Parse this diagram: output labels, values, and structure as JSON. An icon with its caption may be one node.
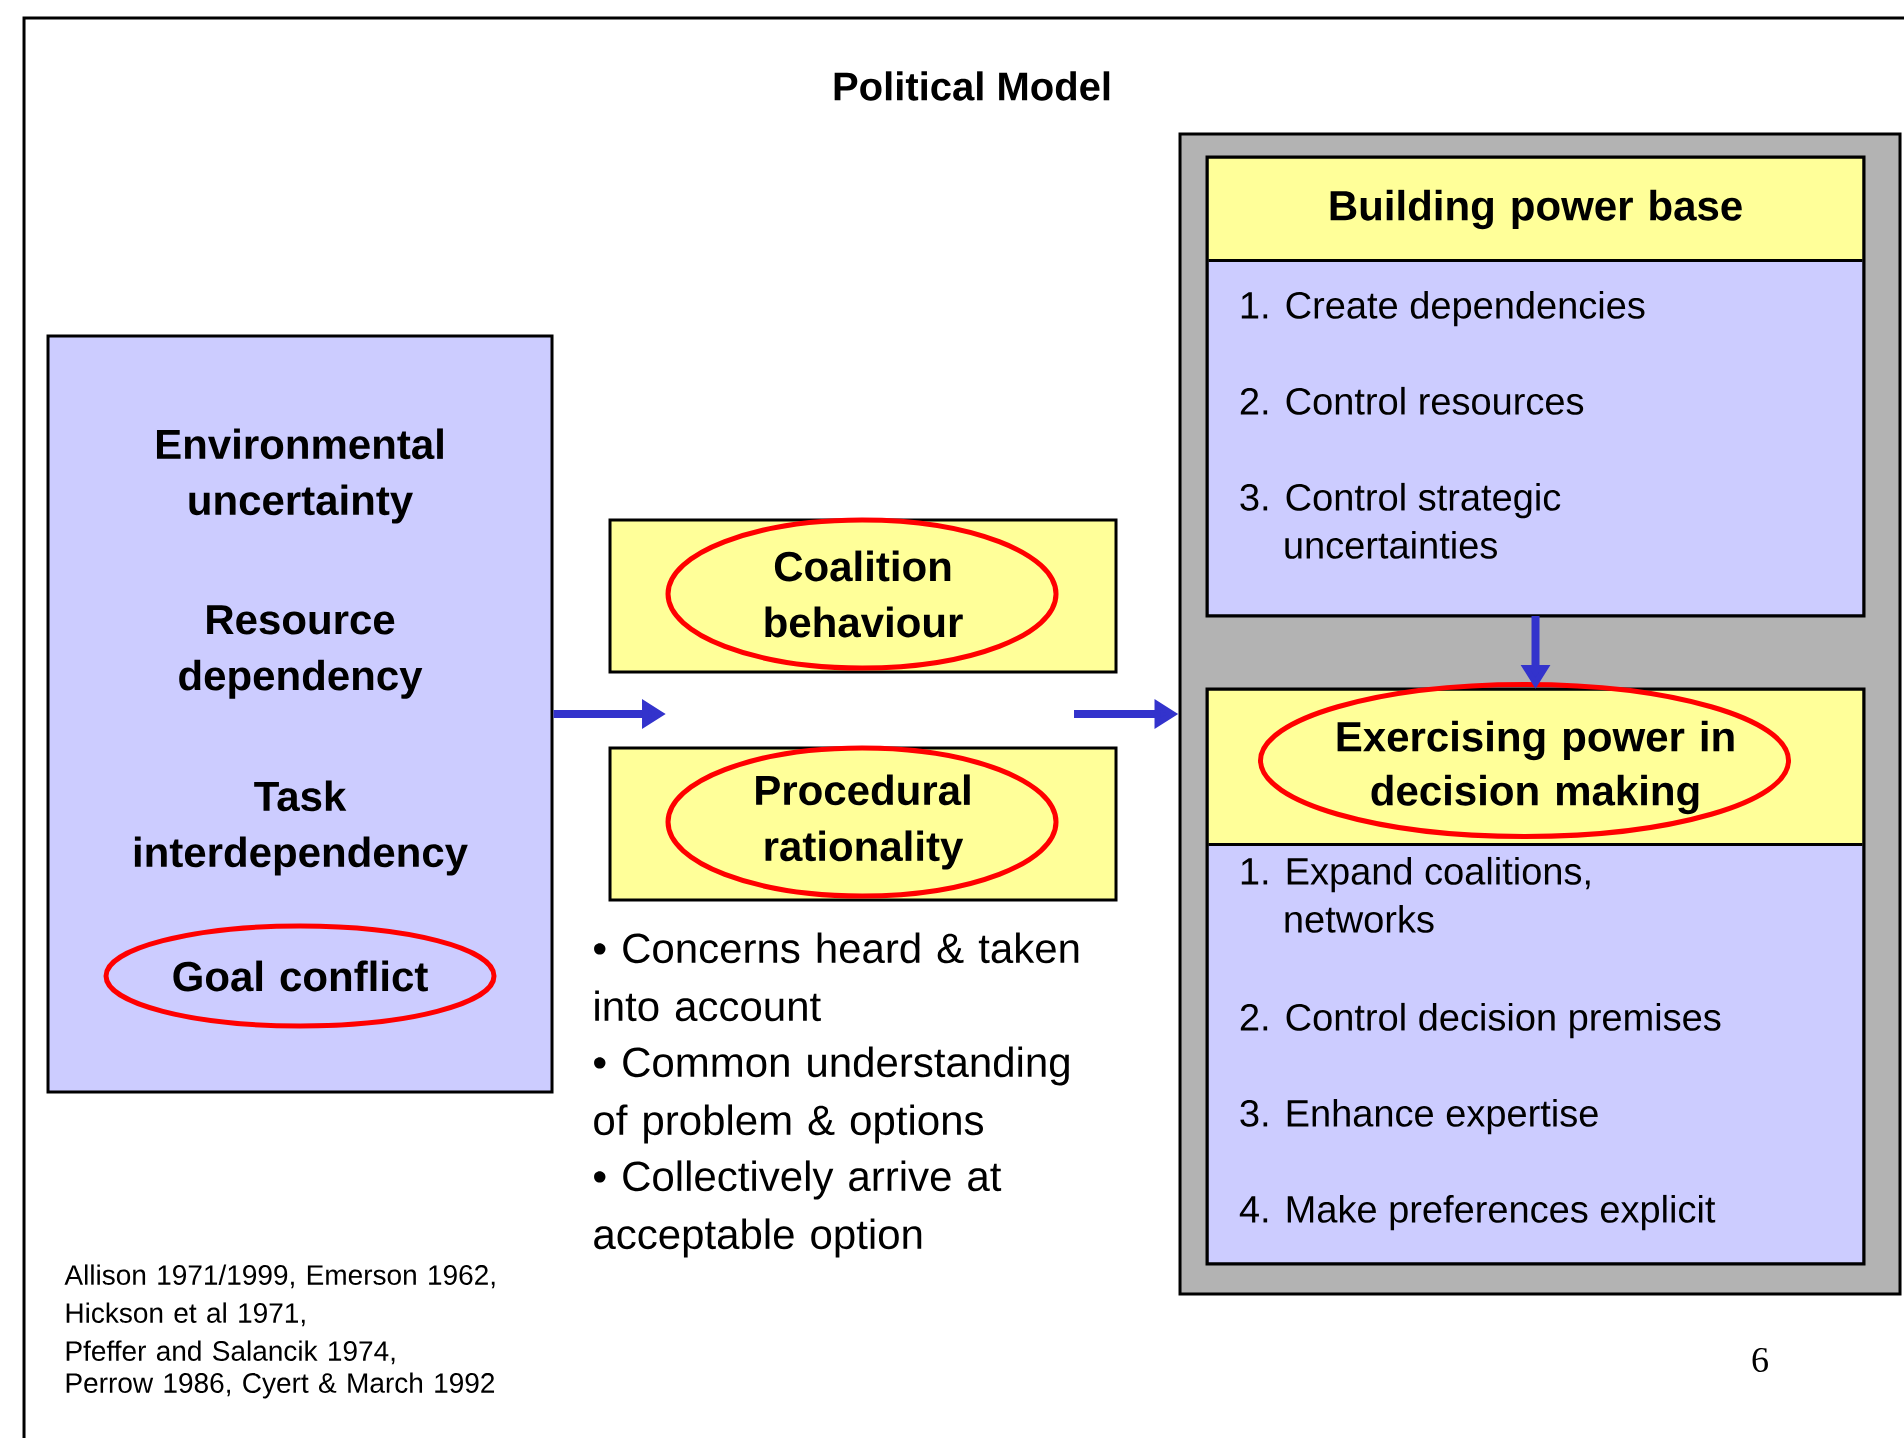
{
  "diagram": {
    "title": "Political Model",
    "nodes": [
      {
        "text": [
          "Environmental uncertainty",
          "Resource dependency",
          "Task interdependency",
          "Goal conflict"
        ]
      },
      {
        "text": [
          "Coalition behaviour"
        ]
      },
      {
        "text": [
          "Procedural rationality"
        ]
      },
      {
        "text": [],
        "shape": "box"
      },
      {
        "text": [
          "Building power base",
          "1. Create dependencies",
          "2. Control resources",
          "3. Control strategic uncertainties"
        ],
        "in": 3
      },
      {
        "text": [
          "Exercising power in decision making",
          "1. Expand coalitions, networks",
          "2. Control decision premises",
          "3. Enhance expertise",
          "4. Make preferences explicit"
        ],
        "in": 3
      }
    ],
    "edges": [
      {
        "from": 0,
        "to": null,
        "arrow": "to"
      },
      {
        "from": null,
        "to": 3,
        "arrow": "to"
      },
      {
        "from": 4,
        "to": 5,
        "arrow": "to"
      }
    ],
    "labels": [
      "• Concerns heard & taken into account",
      "• Common understanding of problem & options",
      "• Collectively arrive at acceptable option",
      "Allison 1971/1999, Emerson 1962,",
      "Hickson et al 1971,",
      "Pfeffer and Salancik 1974,",
      "Perrow 1986, Cyert & March 1992",
      "6"
    ]
  }
}
